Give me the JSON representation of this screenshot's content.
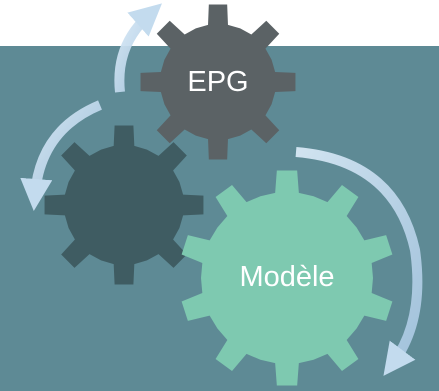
{
  "diagram": {
    "gears": [
      {
        "id": "epg",
        "label": "EPG",
        "color": "#5b6265"
      },
      {
        "id": "center",
        "label": "",
        "color": "#3f5c62"
      },
      {
        "id": "modele",
        "label": "Modèle",
        "color": "#7ec9b0"
      }
    ],
    "arrow_color": "#bcd6ea",
    "panel_color": "#5e8a95",
    "background_color": "#ffffff"
  }
}
